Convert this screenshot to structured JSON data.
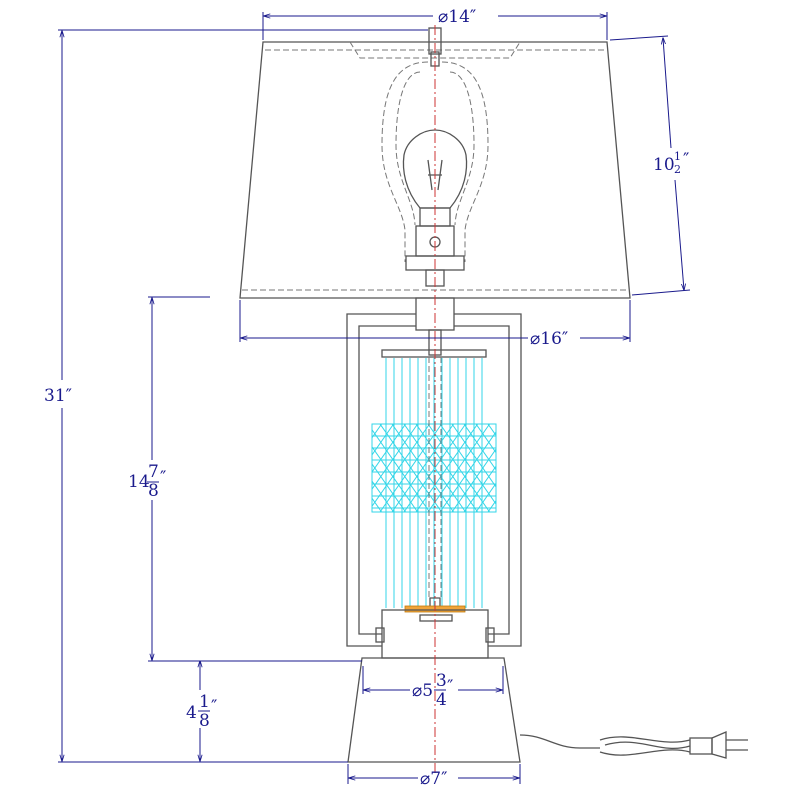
{
  "dimensions": {
    "shade_top_diameter": {
      "symbol": "⌀",
      "whole": "14",
      "unit": "″"
    },
    "shade_height": {
      "whole": "10",
      "num": "1",
      "den": "2",
      "unit": "″"
    },
    "shade_bottom_diameter": {
      "symbol": "⌀",
      "whole": "16",
      "unit": "″"
    },
    "total_height": {
      "whole": "31",
      "unit": "″"
    },
    "body_height": {
      "whole": "14",
      "num": "7",
      "den": "8",
      "unit": "″"
    },
    "base_height": {
      "whole": "4",
      "num": "1",
      "den": "8",
      "unit": "″"
    },
    "base_top_diameter": {
      "symbol": "⌀",
      "whole": "5",
      "num": "3",
      "den": "4",
      "unit": "″"
    },
    "base_bottom_diameter": {
      "symbol": "⌀",
      "whole": "7",
      "unit": "″"
    }
  },
  "colors": {
    "dimension": "#1a1a8c",
    "outline": "#555555",
    "center_line": "#cc3333",
    "glass": "#33d6e8"
  }
}
